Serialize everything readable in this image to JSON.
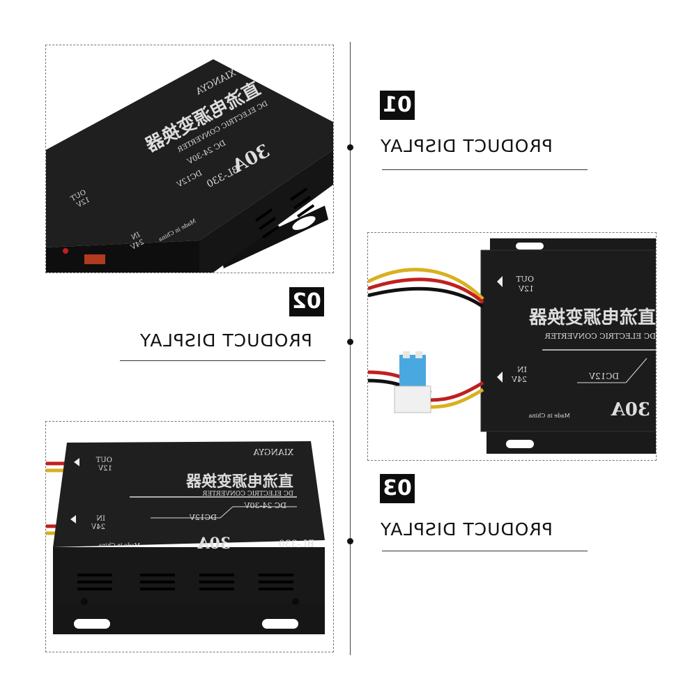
{
  "sections": [
    {
      "number": "01",
      "caption": "PRODUCT DISPLAY"
    },
    {
      "number": "02",
      "caption": "PRODUCT DISPLAY"
    },
    {
      "number": "03",
      "caption": "PRODUCT DISPLAY"
    }
  ],
  "product": {
    "brand": "XIANGYA",
    "title_cn": "直流电源变换器",
    "subtitle": "DC ELECTRIC CONVERTER",
    "input_range": "DC 24-30V",
    "output": "DC12V",
    "current": "30A",
    "model": "BL-330",
    "origin": "Made in China",
    "out_label": "OUT",
    "out_voltage": "12V",
    "in_label": "IN",
    "in_voltage": "24V"
  },
  "colors": {
    "housing": "#1c1c1c",
    "print": "#d8d8d8",
    "accent": "#0d0d0d"
  }
}
